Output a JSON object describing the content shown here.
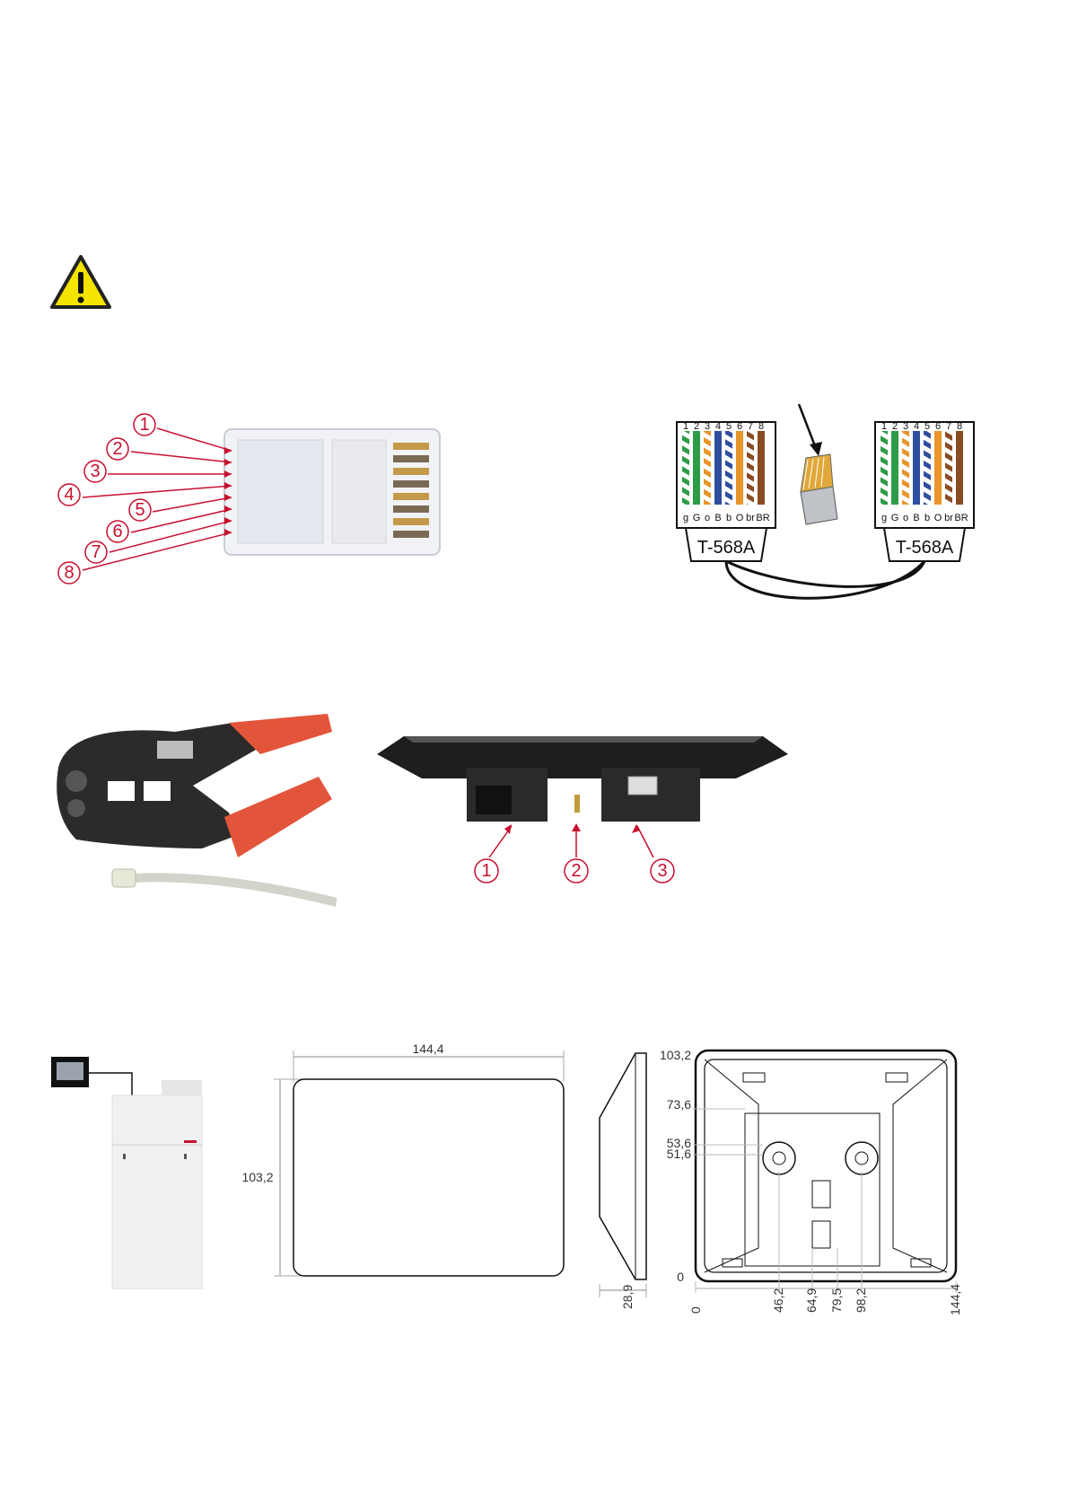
{
  "warning": {
    "icon": "warning-triangle-icon"
  },
  "rj45_photo": {
    "pin_numbers": [
      "1",
      "2",
      "3",
      "4",
      "5",
      "6",
      "7",
      "8"
    ],
    "accent_color": "#c8102e"
  },
  "wiring_diagram": {
    "pin_numbers": [
      "1",
      "2",
      "3",
      "4",
      "5",
      "6",
      "7",
      "8"
    ],
    "wire_codes": [
      "g",
      "G",
      "o",
      "B",
      "b",
      "O",
      "br",
      "BR"
    ],
    "left_standard": "T-568A",
    "right_standard": "T-568A"
  },
  "device_callouts": {
    "numbers": [
      "1",
      "2",
      "3"
    ]
  },
  "dimensions": {
    "front_width": "144,4",
    "front_height": "103,2",
    "side_depth": "28,9",
    "back_vertical": [
      "103,2",
      "73,6",
      "53,6",
      "51,6",
      "0"
    ],
    "back_horizontal": [
      "0",
      "46,2",
      "64,9",
      "79,5",
      "98,2",
      "144,4"
    ]
  }
}
